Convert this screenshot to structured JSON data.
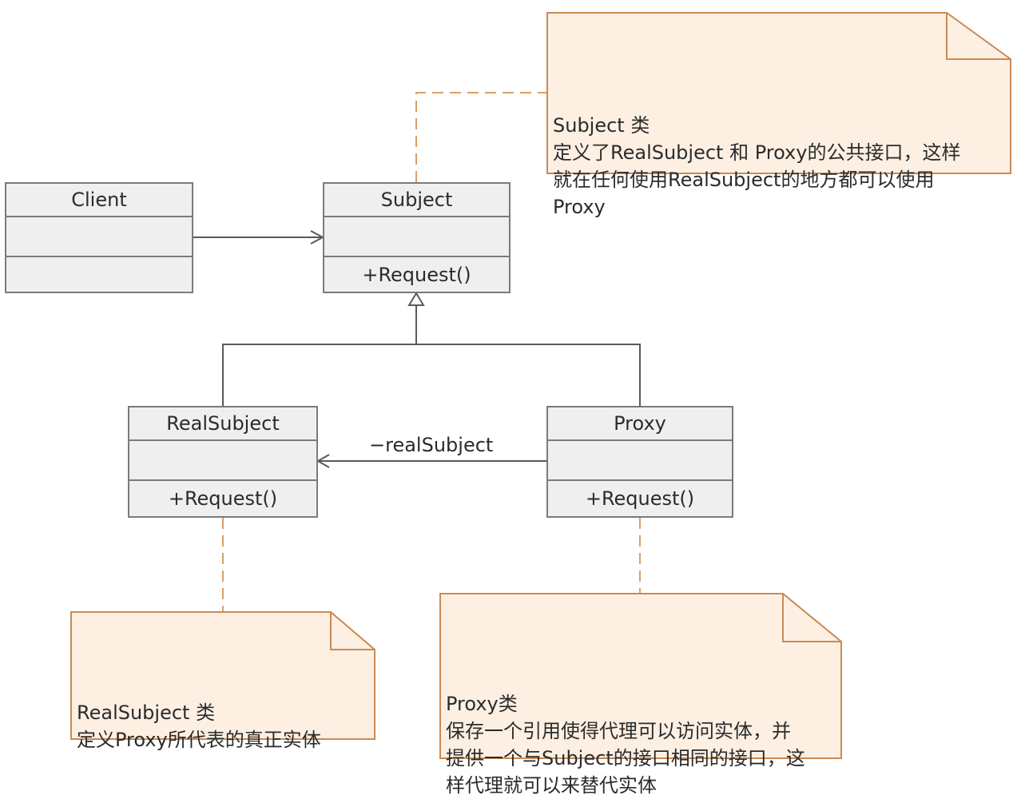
{
  "classes": {
    "client": {
      "name": "Client",
      "operation": ""
    },
    "subject": {
      "name": "Subject",
      "operation": "+Request()"
    },
    "real_subject": {
      "name": "RealSubject",
      "operation": "+Request()"
    },
    "proxy": {
      "name": "Proxy",
      "operation": "+Request()"
    }
  },
  "association_label": "−realSubject",
  "notes": {
    "subject": "Subject 类\n定义了RealSubject  和  Proxy的公共接口，这样\n就在任何使用RealSubject的地方都可以使用\nProxy",
    "real_subject": "RealSubject 类\n定义Proxy所代表的真正实体",
    "proxy": "Proxy类\n保存一个引用使得代理可以访问实体，并\n提供一个与Subject的接口相同的接口，这\n样代理就可以来替代实体"
  },
  "colors": {
    "class_fill": "#efefef",
    "class_border": "#7b7b7b",
    "note_fill": "#fdf0e3",
    "note_border": "#c98a55",
    "line": "#5a5a5a"
  }
}
